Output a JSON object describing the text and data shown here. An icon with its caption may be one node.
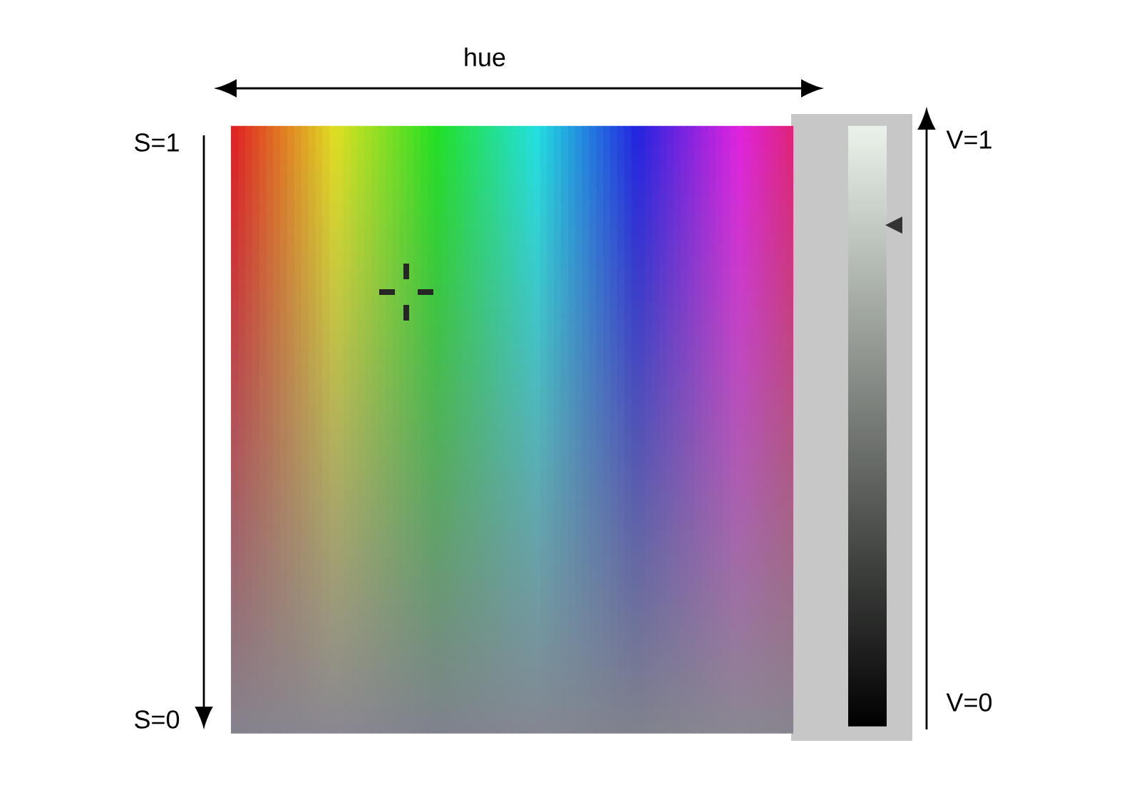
{
  "diagram": {
    "labels": [
      "hue",
      "S=1",
      "S=0",
      "V=1",
      "V=0"
    ]
  }
}
